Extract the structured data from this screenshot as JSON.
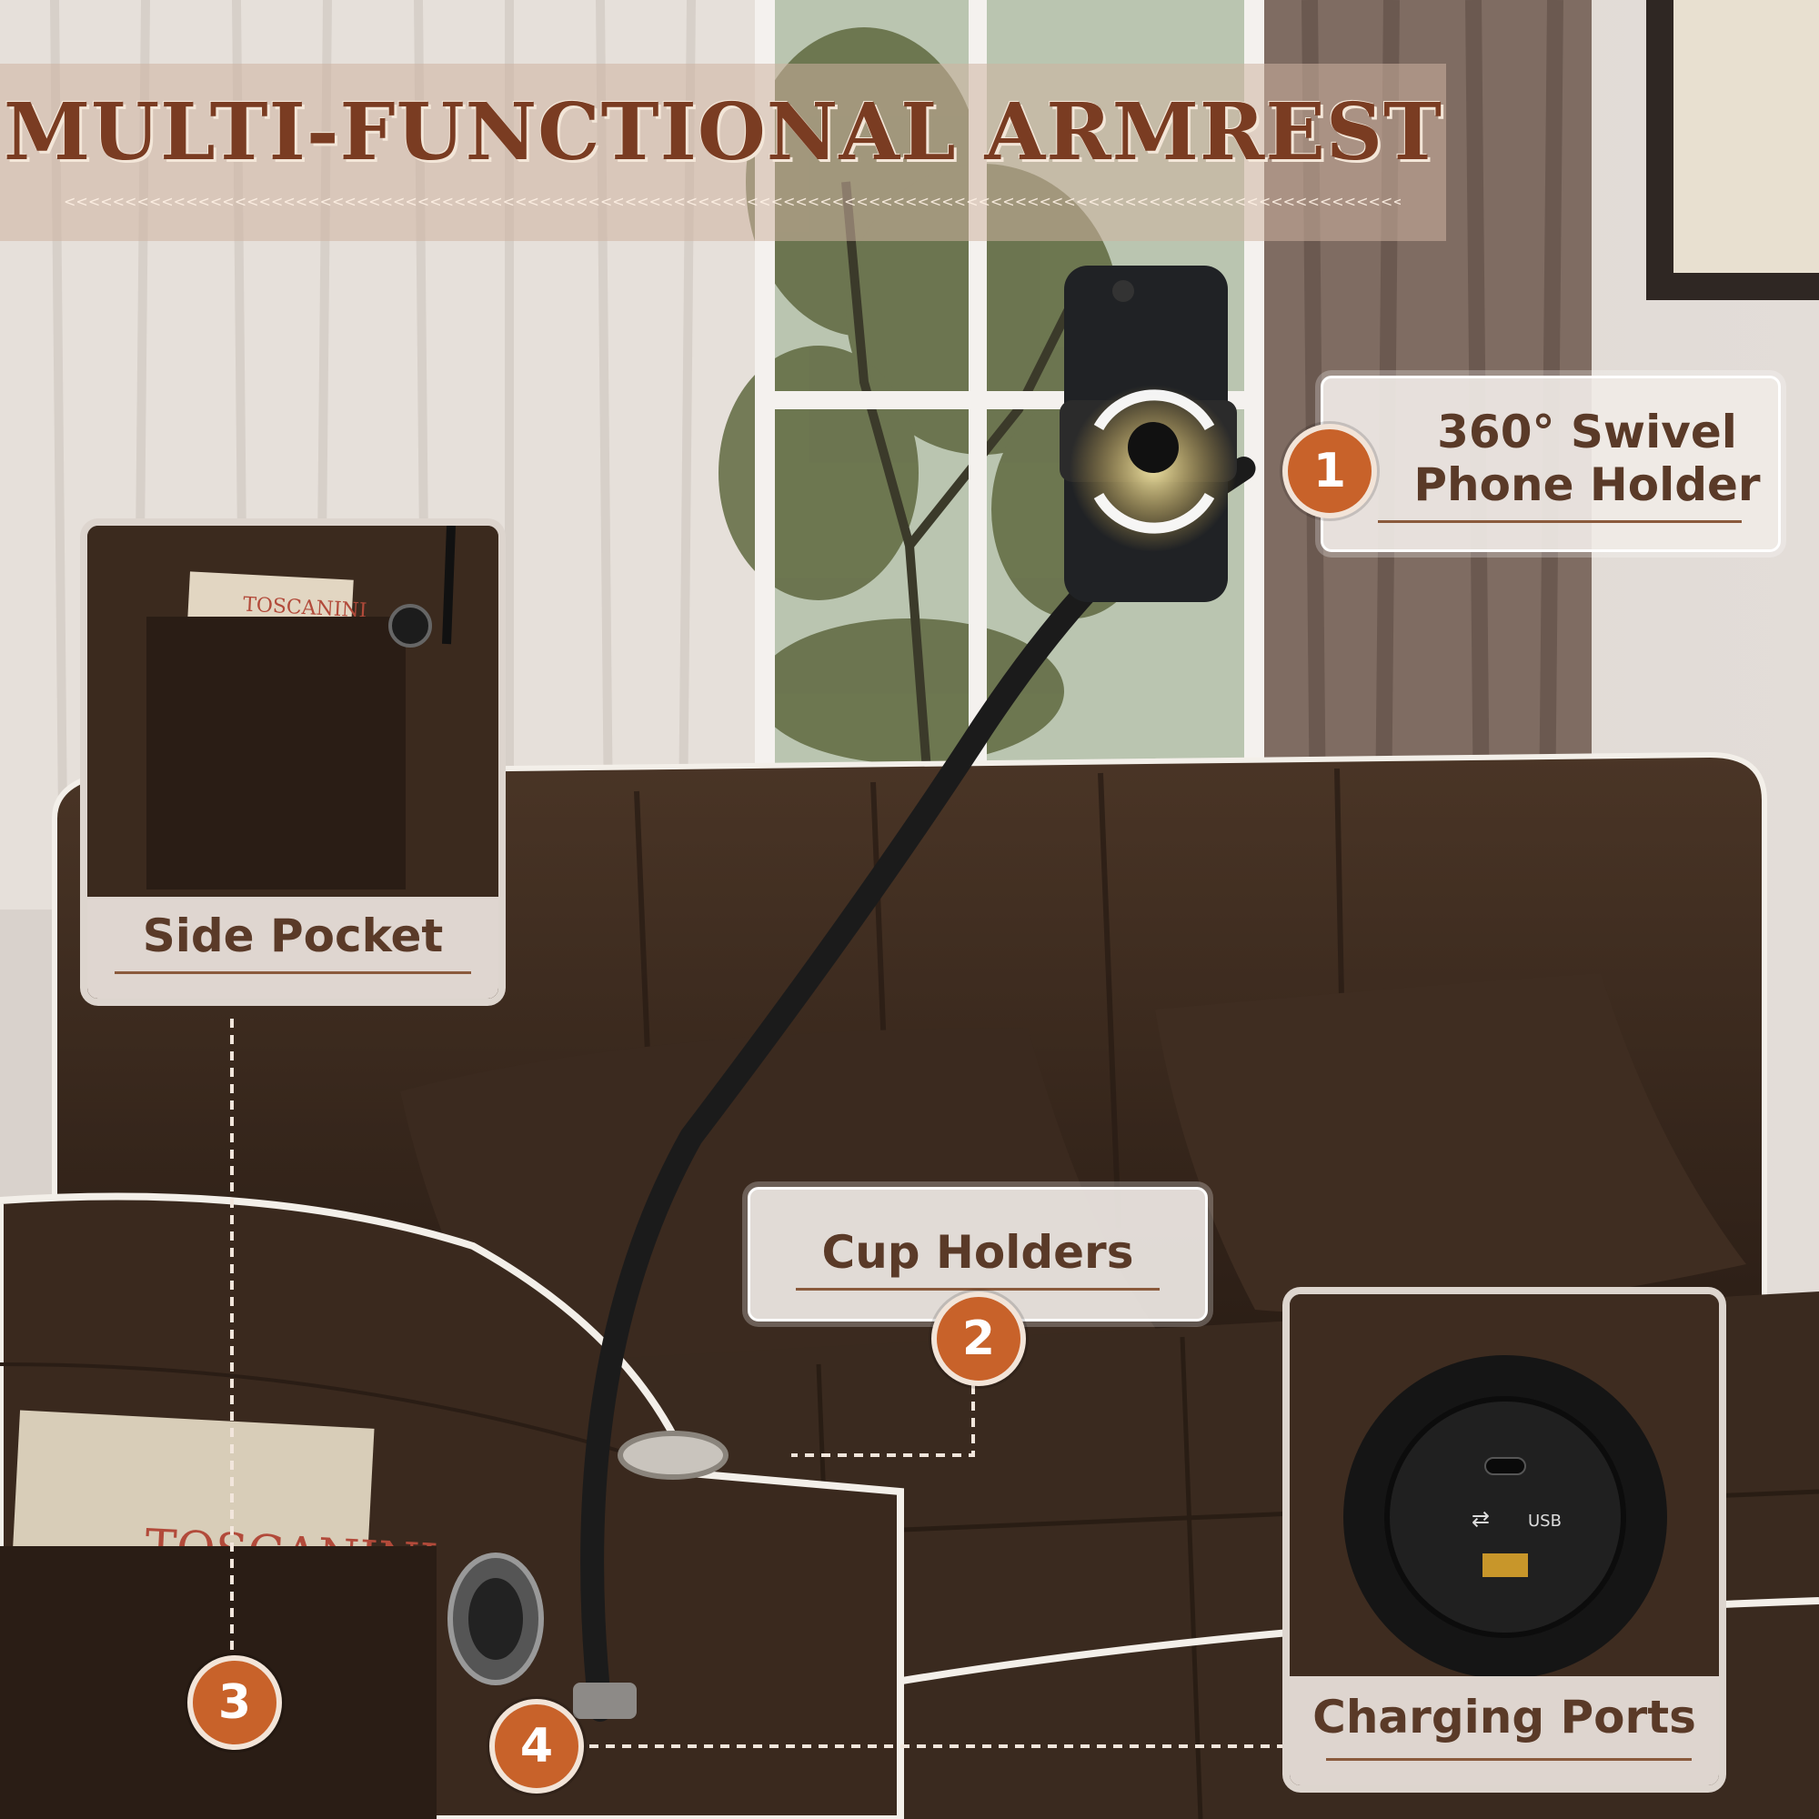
{
  "title": "MULTI-FUNCTIONAL ARMREST",
  "callouts": [
    {
      "number": "1",
      "line1": "360° Swivel",
      "line2": "Phone Holder"
    },
    {
      "number": "2",
      "label": "Cup Holders"
    },
    {
      "number": "3",
      "label": "Side Pocket"
    },
    {
      "number": "4",
      "label": "Charging Ports"
    }
  ],
  "book_text": "TOSCANINI",
  "port_label": "USB",
  "colors": {
    "accent": "#c8622a",
    "title": "#7a3c22",
    "label": "#5a3a28",
    "sofa": "#3a2a1f"
  }
}
